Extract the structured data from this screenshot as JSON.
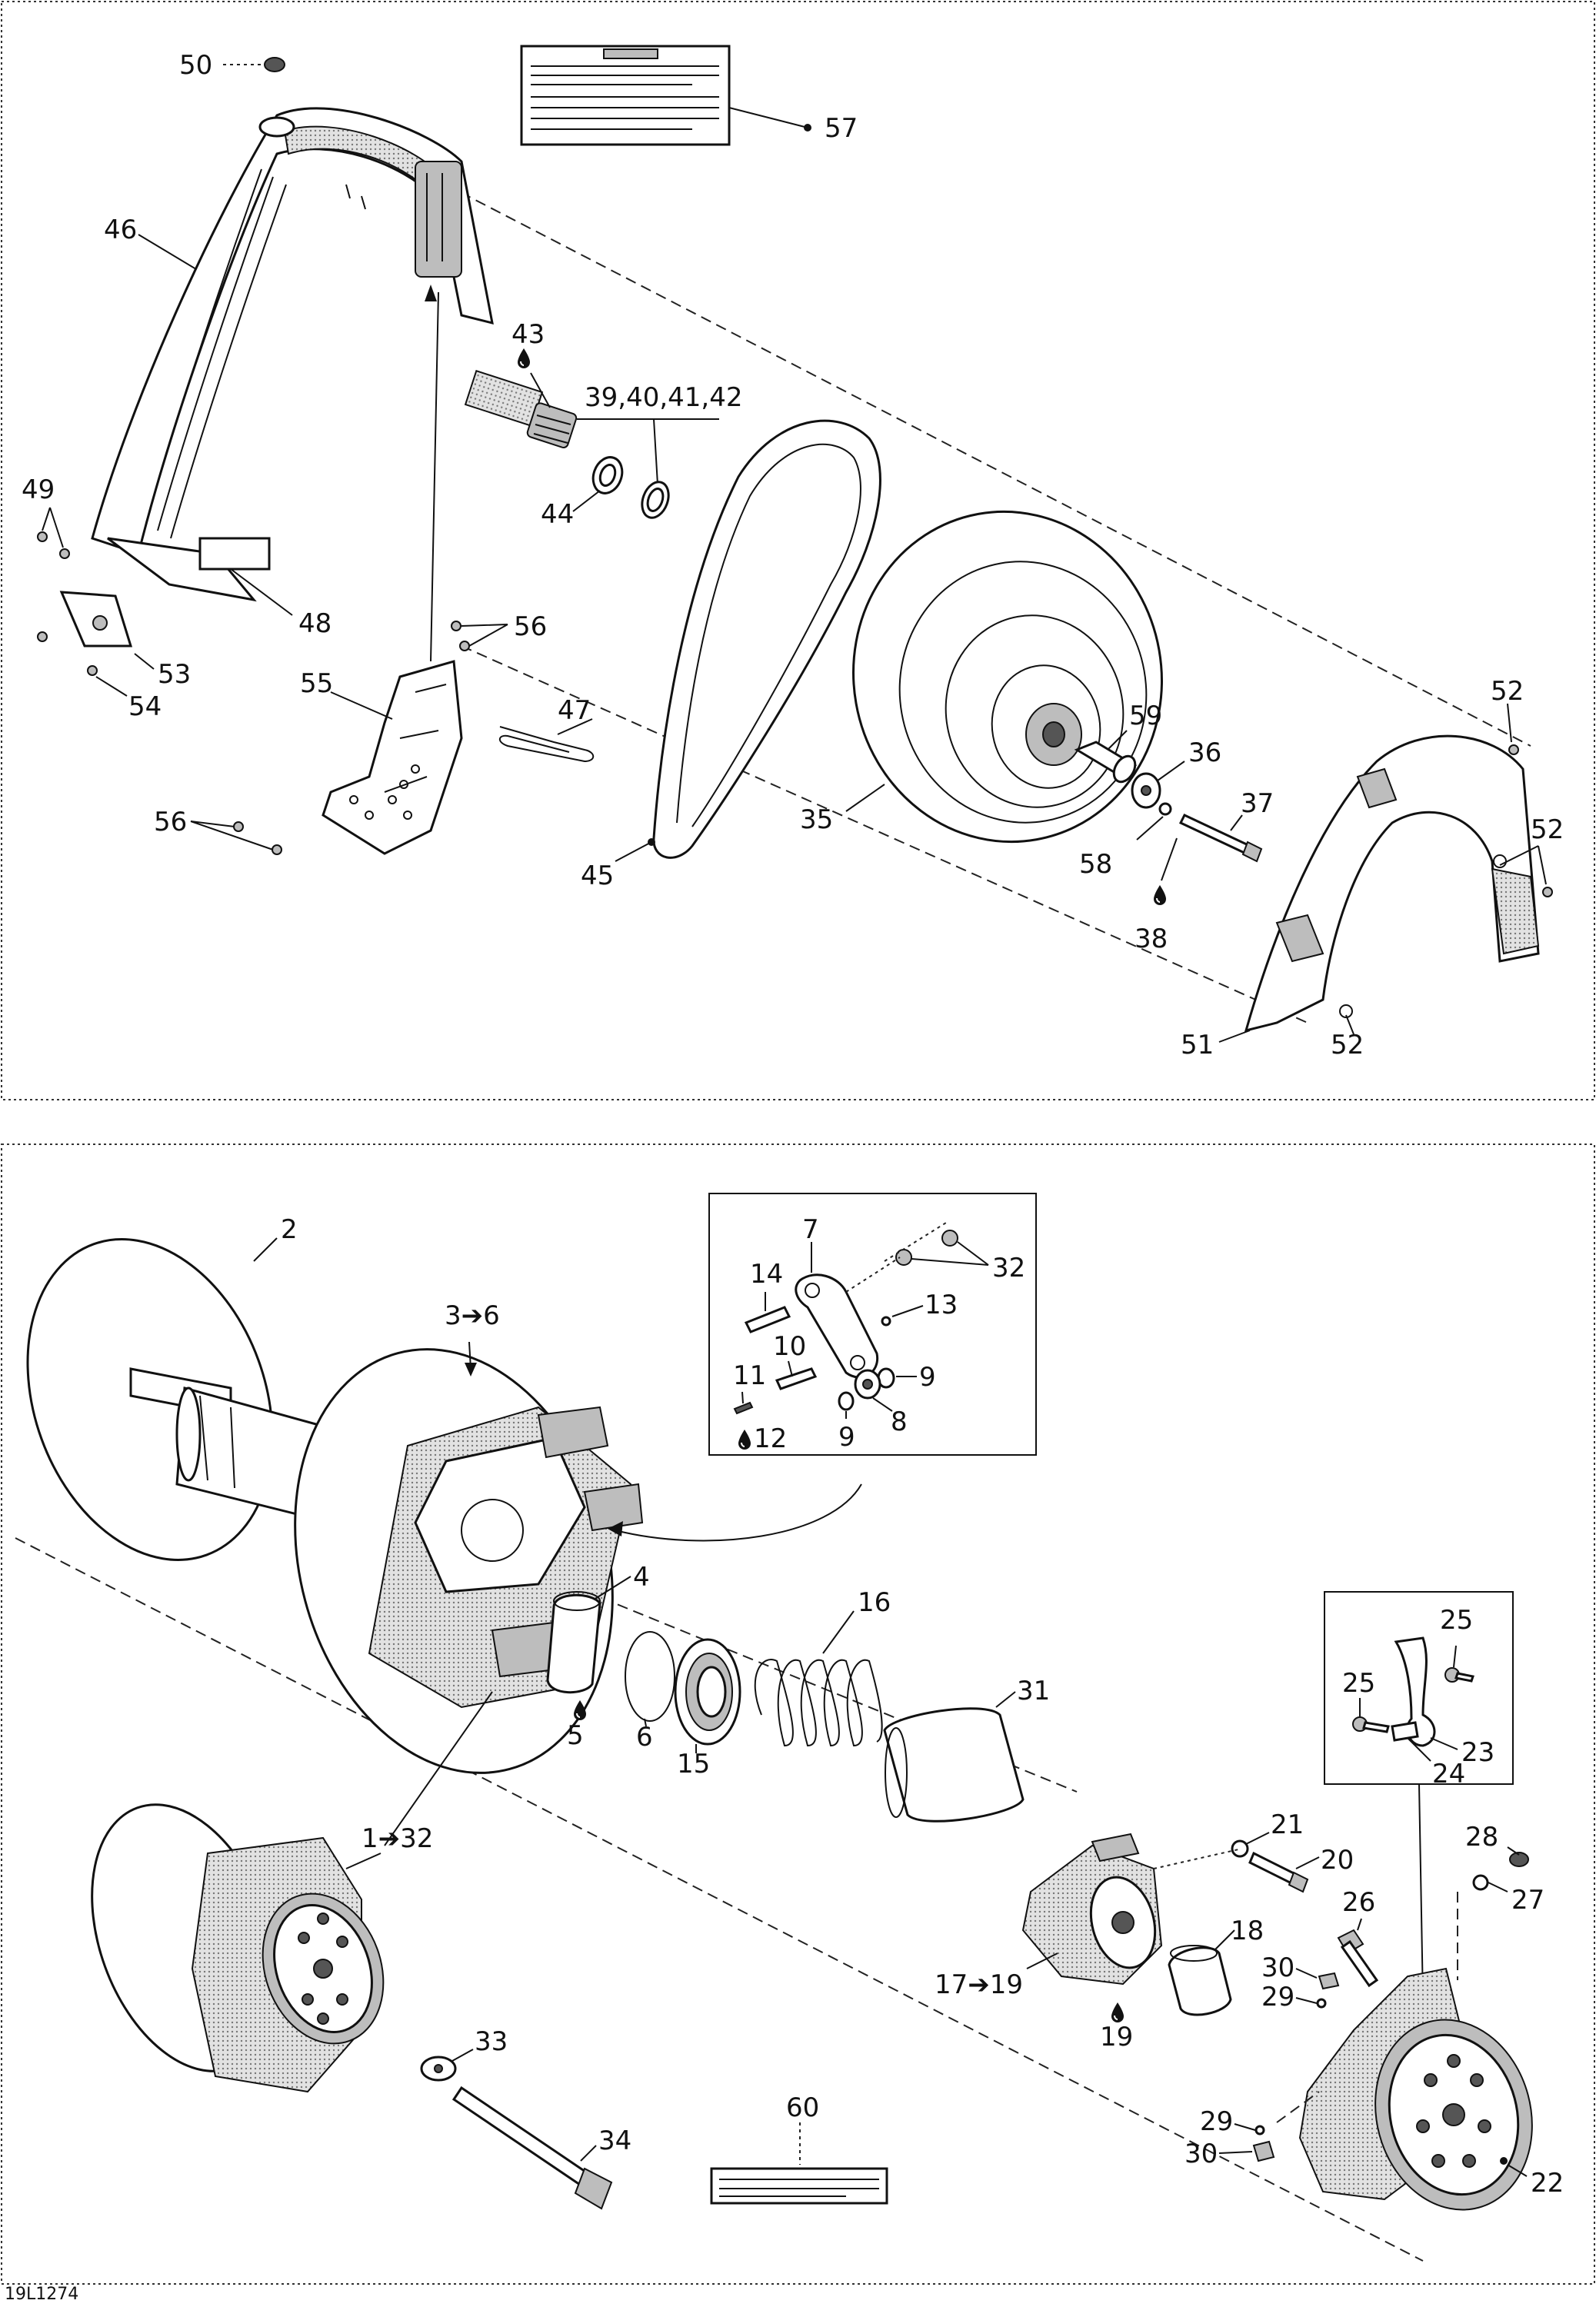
{
  "figure_ref": "19L1274",
  "callouts": {
    "c50": "50",
    "c57": "57",
    "c46": "46",
    "c43": "43",
    "c39_42": "39,40,41,42",
    "c49": "49",
    "c44": "44",
    "c48": "48",
    "c56a": "56",
    "c53": "53",
    "c54": "54",
    "c55": "55",
    "c47": "47",
    "c56b": "56",
    "c59": "59",
    "c36": "36",
    "c37": "37",
    "c58": "58",
    "c38": "38",
    "c35": "35",
    "c45": "45",
    "c52a": "52",
    "c52b": "52",
    "c52c": "52",
    "c51": "51",
    "c2": "2",
    "c3_6": "3➔6",
    "c7": "7",
    "c32": "32",
    "c14": "14",
    "c13": "13",
    "c10": "10",
    "c11": "11",
    "c9a": "9",
    "c9b": "9",
    "c8": "8",
    "c12": "12",
    "c4": "4",
    "c5": "5",
    "c6": "6",
    "c16": "16",
    "c15": "15",
    "c31": "31",
    "c1_32": "1➔32",
    "c21": "21",
    "c20": "20",
    "c25a": "25",
    "c25b": "25",
    "c23": "23",
    "c24": "24",
    "c28": "28",
    "c27": "27",
    "c26": "26",
    "c18": "18",
    "c30a": "30",
    "c29a": "29",
    "c17_19": "17➔19",
    "c19": "19",
    "c33": "33",
    "c34": "34",
    "c60": "60",
    "c29b": "29",
    "c30b": "30",
    "c22": "22"
  },
  "icons": {
    "oil_drop": "oil-drop-icon"
  },
  "colors": {
    "ink": "#111111",
    "shade": "#bdbdbd",
    "background": "#ffffff"
  }
}
